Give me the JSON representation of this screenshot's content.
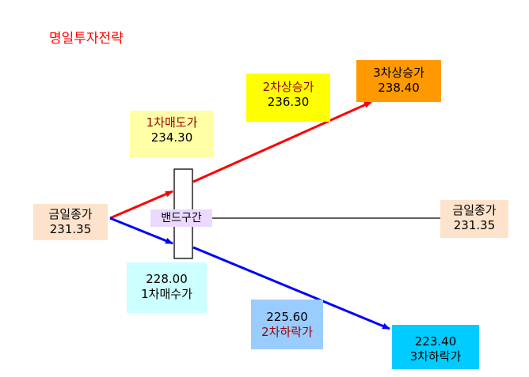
{
  "title": "명일투자전략",
  "band_label": "밴드구간",
  "close_left": {
    "label": "금일종가",
    "value": "231.35"
  },
  "close_right": {
    "label": "금일종가",
    "value": "231.35"
  },
  "sell_1": {
    "label": "1차매도가",
    "value": "234.30"
  },
  "sell_2": {
    "label": "2차상승가",
    "value": "236.30"
  },
  "sell_3": {
    "label": "3차상승가",
    "value": "238.40"
  },
  "buy_1": {
    "value": "228.00",
    "label": "1차매수가"
  },
  "buy_2": {
    "value": "225.60",
    "label": "2차하락가"
  },
  "buy_3": {
    "value": "223.40",
    "label": "3차하락가"
  },
  "colors": {
    "up_line": "#ff0000",
    "down_line": "#0000ff",
    "flat_line": "#000000"
  }
}
